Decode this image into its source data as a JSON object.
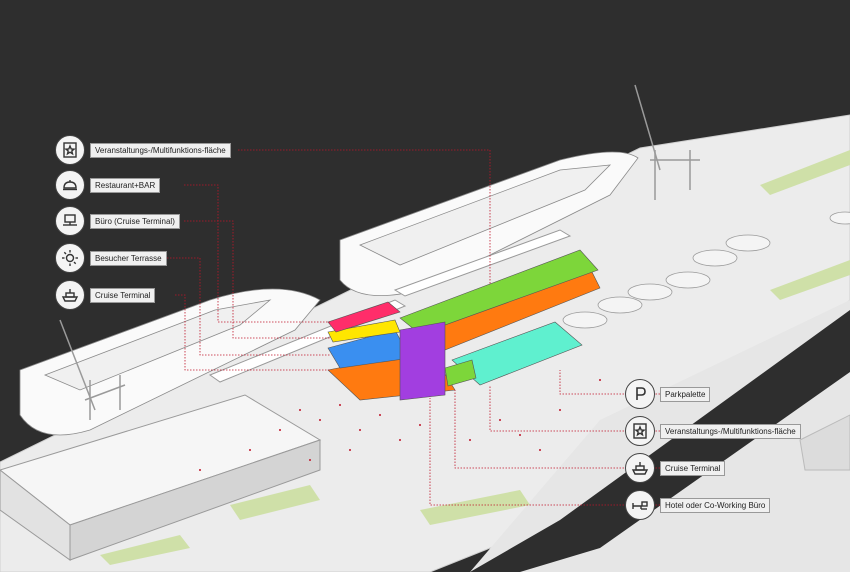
{
  "legend_left": [
    {
      "id": "event",
      "label": "Veranstaltungs-/Multifunktions-fläche",
      "icon": "star-frame-icon"
    },
    {
      "id": "restaurant",
      "label": "Restaurant+BAR",
      "icon": "cloche-icon"
    },
    {
      "id": "office",
      "label": "Büro (Cruise Terminal)",
      "icon": "desk-icon"
    },
    {
      "id": "terrace",
      "label": "Besucher Terrasse",
      "icon": "sun-icon"
    },
    {
      "id": "cruise",
      "label": "Cruise Terminal",
      "icon": "ship-icon"
    }
  ],
  "legend_right": [
    {
      "id": "parking",
      "label": "Parkpalette",
      "icon": "parking-icon"
    },
    {
      "id": "event2",
      "label": "Veranstaltungs-/Multifunktions-fläche",
      "icon": "star-frame-icon"
    },
    {
      "id": "cruise2",
      "label": "Cruise Terminal",
      "icon": "ship-icon"
    },
    {
      "id": "hotel",
      "label": "Hotel oder Co-Working Büro",
      "icon": "bed-desk-icon"
    }
  ],
  "colors": {
    "event": "#ff2d6a",
    "restaurant": "#ffe600",
    "office": "#3a8ff0",
    "terrace": "#7dd63a",
    "cruise": "#ff7a10",
    "parking": "#5ff0cf",
    "hotel": "#a23ee0",
    "leader": "#c0152a",
    "background": "#2e2e2e",
    "ground": "#ececec"
  }
}
